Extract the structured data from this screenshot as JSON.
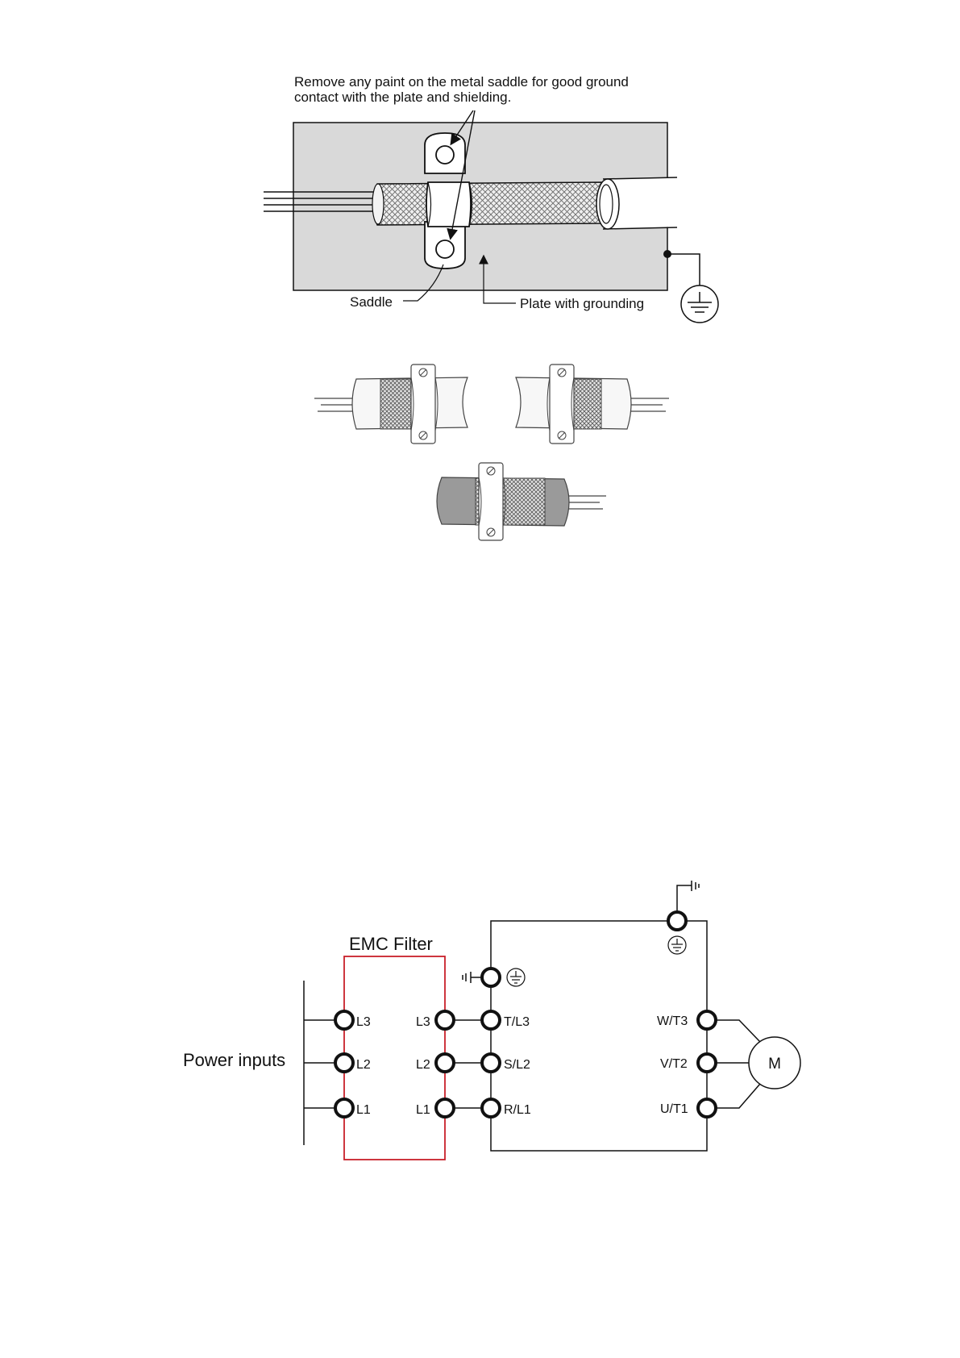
{
  "figure1": {
    "note_line1": "Remove any paint on the metal saddle for good ground",
    "note_line2": "contact with the plate and shielding.",
    "saddle_label": "Saddle",
    "plate_label": "Plate with grounding"
  },
  "figure3": {
    "filter_title": "EMC Filter",
    "power_inputs_label": "Power inputs",
    "filter_input_terminals": [
      "L3",
      "L2",
      "L1"
    ],
    "filter_output_terminals": [
      "L3",
      "L2",
      "L1"
    ],
    "drive_input_terminals": [
      "T/L3",
      "S/L2",
      "R/L1"
    ],
    "drive_output_terminals": [
      "W/T3",
      "V/T2",
      "U/T1"
    ],
    "motor_label": "M"
  },
  "colors": {
    "plate_fill": "#d9d9d9",
    "filter_box": "#c8202a",
    "line": "#111111"
  }
}
